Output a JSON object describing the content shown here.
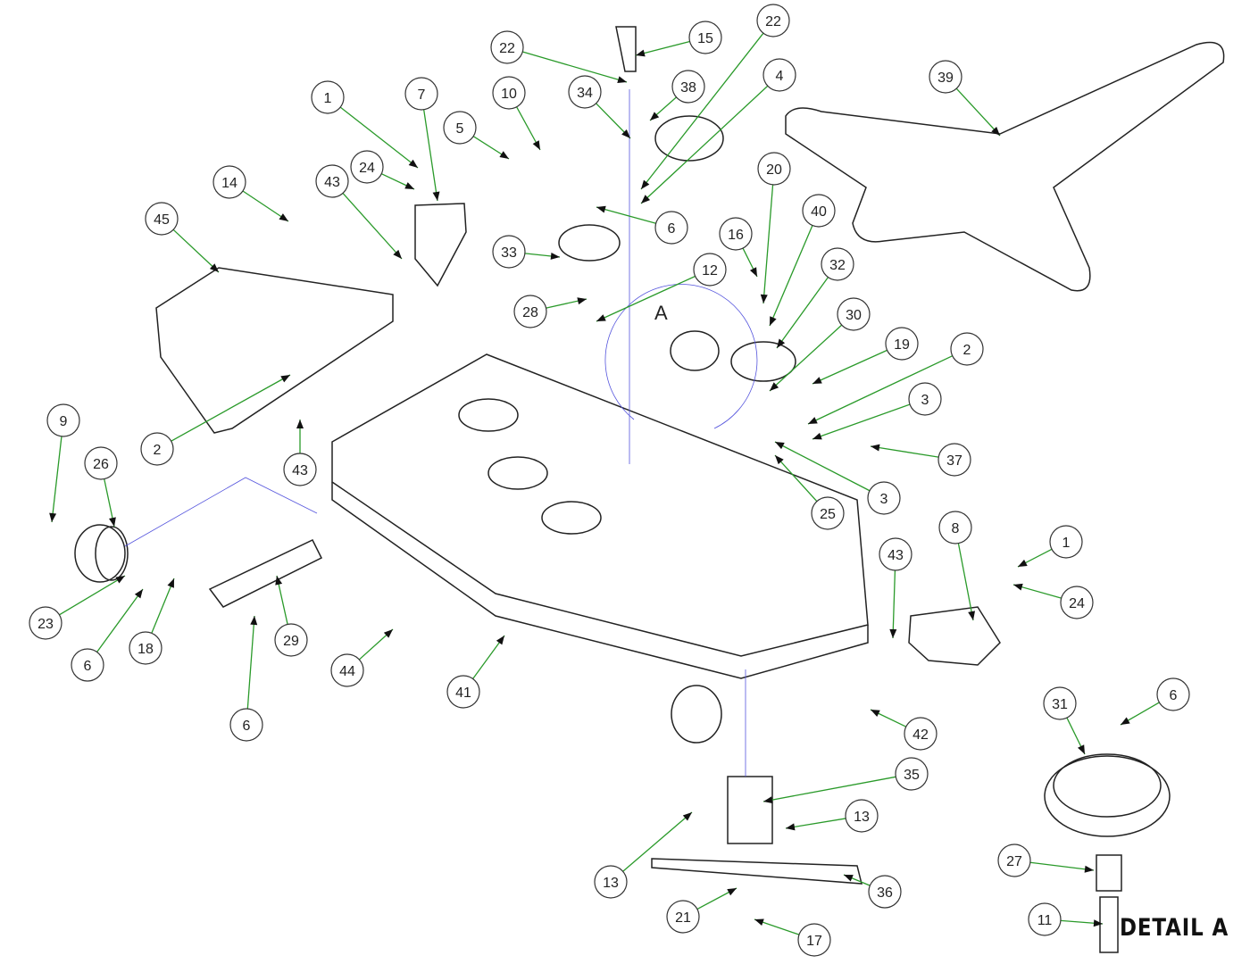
{
  "diagram": {
    "detail_label": "DETAIL A",
    "view_marker": "A",
    "colors": {
      "leader": "#2a9a2a",
      "part_line": "#222222",
      "hidden_line": "#5555dd",
      "callout_border": "#333333"
    },
    "callouts": [
      "15",
      "22",
      "38",
      "22",
      "4",
      "34",
      "10",
      "5",
      "1",
      "7",
      "24",
      "43",
      "14",
      "45",
      "6",
      "33",
      "28",
      "12",
      "20",
      "16",
      "40",
      "32",
      "30",
      "19",
      "2",
      "3",
      "37",
      "3",
      "25",
      "39",
      "9",
      "26",
      "2",
      "43",
      "23",
      "6",
      "18",
      "29",
      "6",
      "44",
      "41",
      "8",
      "1",
      "24",
      "43",
      "42",
      "35",
      "13",
      "13",
      "36",
      "21",
      "17",
      "31",
      "6",
      "27",
      "11"
    ]
  }
}
